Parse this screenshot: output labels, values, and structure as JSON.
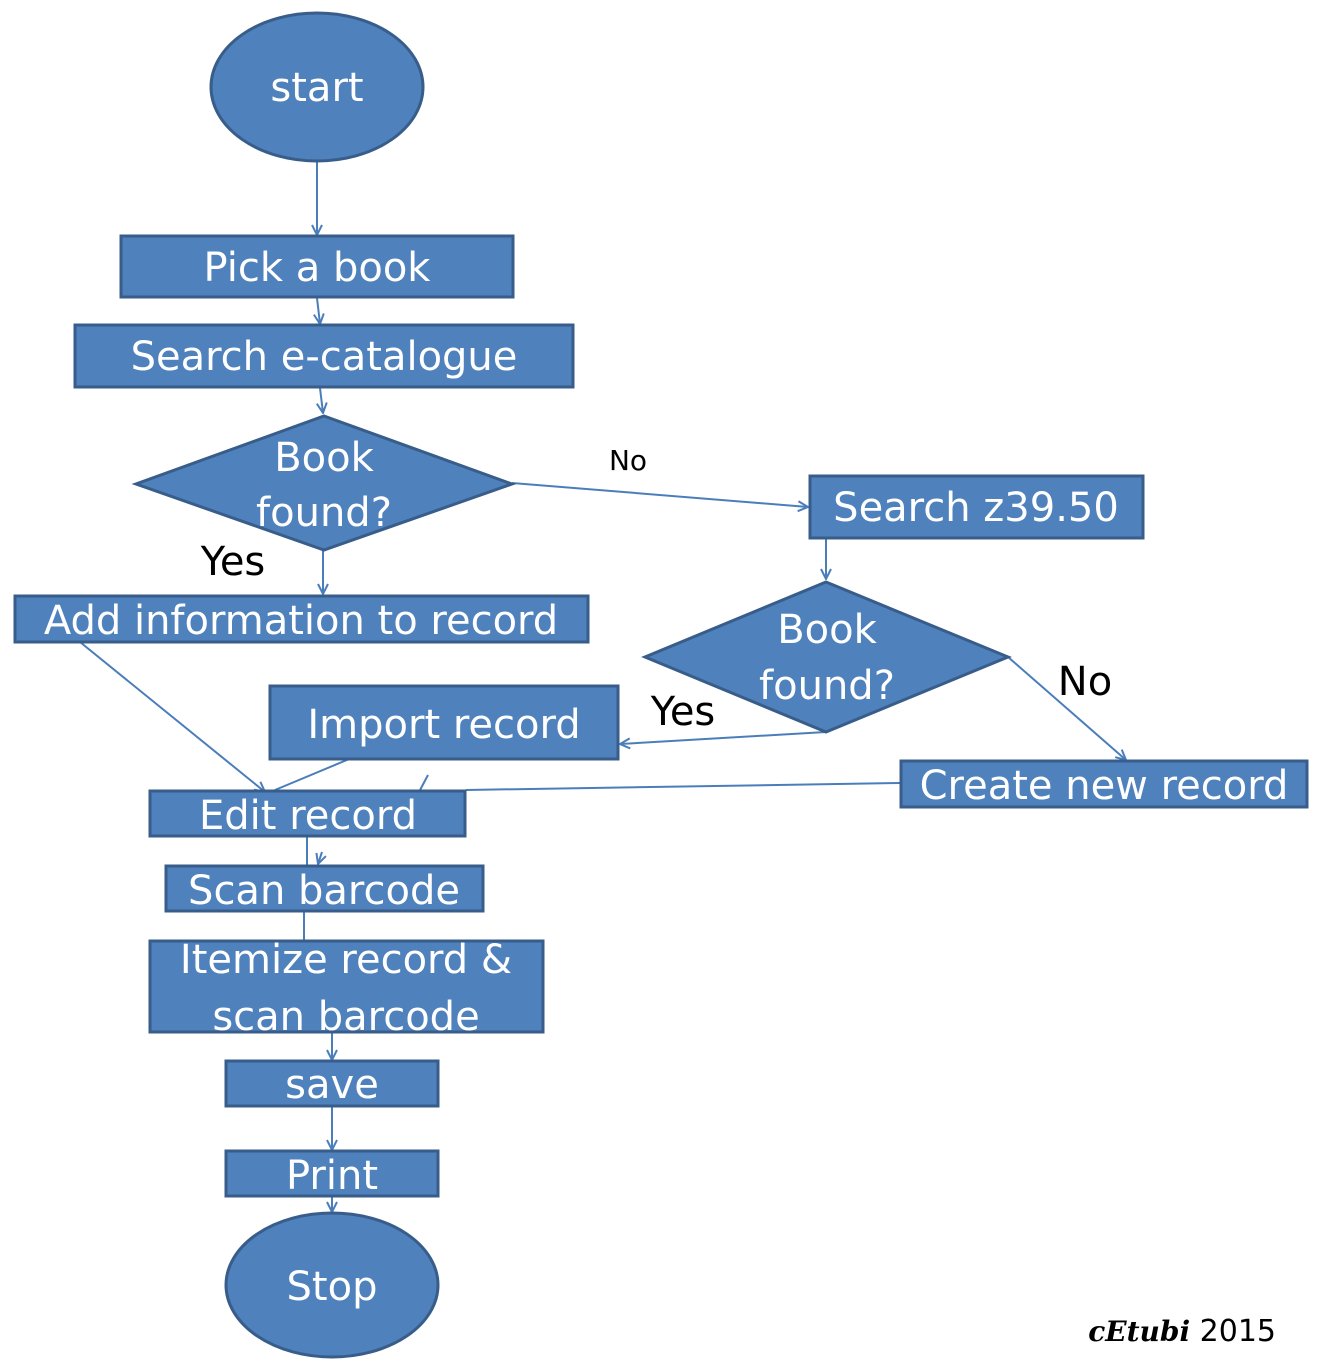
{
  "nodes": {
    "start": "start",
    "pick_book": "Pick a book",
    "search_ecatalogue": "Search e-catalogue",
    "decision1_line1": "Book",
    "decision1_line2": "found?",
    "add_information": "Add information to record",
    "search_z3950": "Search z39.50",
    "decision2_line1": "Book",
    "decision2_line2": "found?",
    "import_record": "Import record",
    "create_new_record": "Create new record",
    "edit_record": "Edit record",
    "scan_barcode": "Scan barcode",
    "itemize_line1": "Itemize record &",
    "itemize_line2": "scan barcode",
    "save": "save",
    "print": "Print",
    "stop": "Stop"
  },
  "labels": {
    "decision1_no": "No",
    "decision1_yes": "Yes",
    "decision2_no": "No",
    "decision2_yes": "Yes"
  },
  "credit": {
    "signature": "cEtubi",
    "year": "2015"
  },
  "colors": {
    "shape_fill": "#4f81bd",
    "shape_border": "#385d8a",
    "connector": "#4a7ebb",
    "shape_text": "#ffffff"
  }
}
